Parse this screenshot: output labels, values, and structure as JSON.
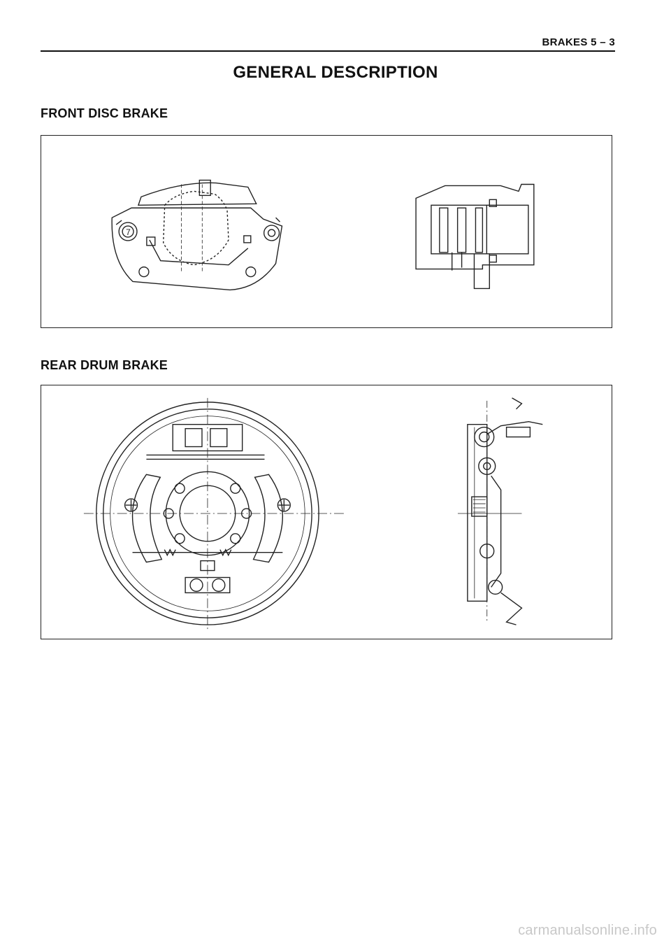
{
  "header": {
    "section_ref": "BRAKES 5 – 3"
  },
  "page_title": "GENERAL DESCRIPTION",
  "sections": [
    {
      "label": "FRONT DISC BRAKE",
      "callouts": [
        "7"
      ]
    },
    {
      "label": "REAR DRUM BRAKE"
    }
  ],
  "watermark": "carmanualsonline.info"
}
